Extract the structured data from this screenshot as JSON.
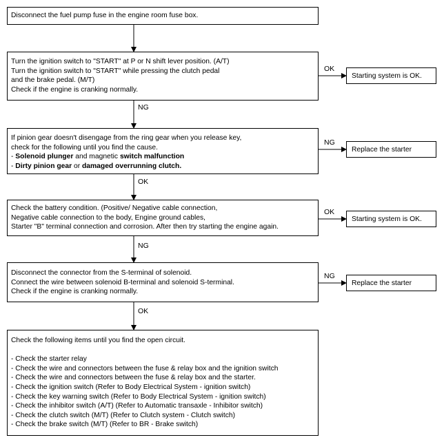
{
  "steps": [
    {
      "lines": [
        [
          {
            "t": "Disconnect the fuel pump fuse in the engine room fuse box."
          }
        ]
      ]
    },
    {
      "lines": [
        [
          {
            "t": "Turn the ignition switch to \"START\" at P or N shift lever position. (A/T)"
          }
        ],
        [
          {
            "t": "Turn the ignition switch to \"START\" while pressing the clutch pedal"
          }
        ],
        [
          {
            "t": "and the brake pedal. (M/T)"
          }
        ],
        [
          {
            "t": "Check if the engine is cranking normally."
          }
        ]
      ]
    },
    {
      "lines": [
        [
          {
            "t": "If pinion gear doesn't disengage from the ring gear when you release key,"
          }
        ],
        [
          {
            "t": "check for the following until you find the cause."
          }
        ],
        [
          {
            "t": "- "
          },
          {
            "t": "Solenoid plunger",
            "b": true
          },
          {
            "t": " and magnetic "
          },
          {
            "t": "switch malfunction",
            "b": true
          }
        ],
        [
          {
            "t": "- "
          },
          {
            "t": "Dirty pinion gear",
            "b": true
          },
          {
            "t": " or "
          },
          {
            "t": "damaged overrunning clutch.",
            "b": true
          }
        ]
      ]
    },
    {
      "lines": [
        [
          {
            "t": "Check the battery condition. (Positive/ Negative cable connection,"
          }
        ],
        [
          {
            "t": "Negative cable connection to the body, Engine ground cables,"
          }
        ],
        [
          {
            "t": "Starter \"B\" terminal connection and corrosion. After then try starting the engine again."
          }
        ]
      ]
    },
    {
      "lines": [
        [
          {
            "t": "Disconnect the connector from the S-terminal of solenoid."
          }
        ],
        [
          {
            "t": "Connect the wire between solenoid B-terminal and solenoid S-terminal."
          }
        ],
        [
          {
            "t": "Check if the engine is cranking normally."
          }
        ]
      ]
    },
    {
      "lines": [
        [
          {
            "t": "Check the following items until you find the open circuit."
          }
        ],
        [
          {
            "t": ""
          }
        ],
        [
          {
            "t": "- Check the starter relay"
          }
        ],
        [
          {
            "t": "- Check the wire and connectors between the fuse & relay box and the ignition switch"
          }
        ],
        [
          {
            "t": "- Check the wire and connectors between the fuse & relay box and the starter."
          }
        ],
        [
          {
            "t": "- Check the ignition switch (Refer to Body Electrical System - ignition switch)"
          }
        ],
        [
          {
            "t": "- Check the key warning switch (Refer to Body Electrical System - ignition switch)"
          }
        ],
        [
          {
            "t": "- Check the inhibitor switch (A/T) (Refer to Automatic transaxle - Inhibitor switch)"
          }
        ],
        [
          {
            "t": "- Check the clutch switch (M/T) (Refer to Clutch system - Clutch switch)"
          }
        ],
        [
          {
            "t": "- Check the brake switch (M/T) (Refer to BR - Brake switch)"
          }
        ]
      ]
    }
  ],
  "down_labels": [
    "NG",
    "OK",
    "NG",
    "OK"
  ],
  "side_branches": [
    {
      "label": "OK",
      "result": "Starting system is OK."
    },
    {
      "label": "NG",
      "result": "Replace the starter"
    },
    {
      "label": "OK",
      "result": "Starting system is OK."
    },
    {
      "label": "NG",
      "result": "Replace the starter"
    }
  ]
}
